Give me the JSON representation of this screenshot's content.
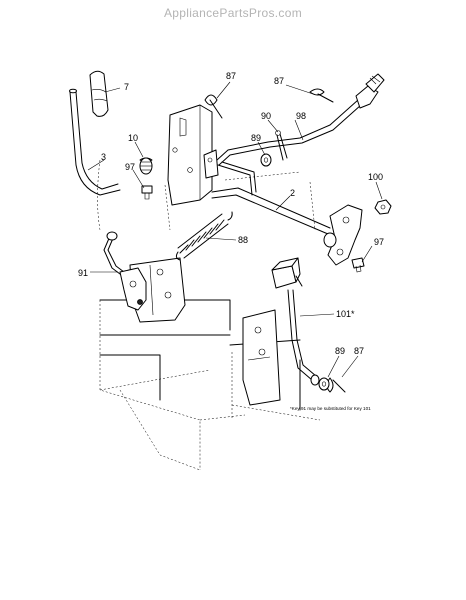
{
  "watermark": "AppliancePartsPros.com",
  "callouts": {
    "c7": "7",
    "c87a": "87",
    "c87b": "87",
    "c87c": "87",
    "c10": "10",
    "c3": "3",
    "c97a": "97",
    "c97b": "97",
    "c90": "90",
    "c89a": "89",
    "c89b": "89",
    "c98": "98",
    "c2": "2",
    "c100": "100",
    "c88": "88",
    "c91": "91",
    "c101": "101*"
  },
  "note": "*Key 91 may be substituted for Key 101",
  "colors": {
    "ink": "#000000",
    "watermark": "#b4b4b4"
  }
}
